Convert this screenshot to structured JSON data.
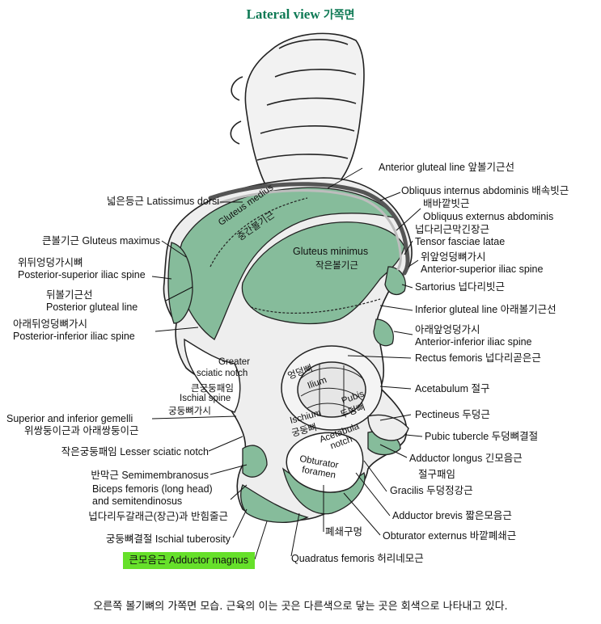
{
  "title": {
    "en": "Lateral view",
    "ko": "가쪽면"
  },
  "labels": {
    "anterior_gluteal_line": "Anterior gluteal line  앞볼기근선",
    "obliquus_internus": "Obliquus internus abdominis 배속빗근",
    "ko_baebakkat": "배바깥빗근",
    "obliquus_externus": "Obliquus externus abdominis",
    "ko_neopdari": "넙다리근막긴장근",
    "tensor": "Tensor fasciae latae",
    "ko_wiap": "위앞엉덩뼈가시",
    "asis": "Anterior-superior iliac spine",
    "sartorius": "Sartorius  넙다리빗근",
    "inferior_gluteal_line": "Inferior gluteal line  아래볼기근선",
    "ko_araeap": "아래앞엉덩가시",
    "aiis": "Anterior-inferior iliac spine",
    "rectus_femoris": "Rectus femoris  넙다리곧은근",
    "acetabulum": "Acetabulum  절구",
    "pectineus": "Pectineus  두덩근",
    "pubic_tubercle": "Pubic tubercle  두덩뼈결절",
    "adductor_longus": "Adductor longus  긴모음근",
    "ko_jeolgu": "절구패임",
    "gracilis": "Gracilis  두덩정강근",
    "adductor_brevis": "Adductor brevis  짧은모음근",
    "obturator_externus": "Obturator externus  바깥폐쇄근",
    "ko_pyeswae": "폐쇄구멍",
    "quadratus": "Quadratus femoris  허리네모근",
    "latissimus": "넓은등근  Latissimus dorsi",
    "gluteus_maximus": "큰볼기근  Gluteus maximus",
    "ko_widwi": "위뒤엉덩가시뼈",
    "psis": "Posterior-superior iliac spine",
    "ko_dwi": "뒤볼기근선",
    "posterior_gluteal_line": "Posterior gluteal line",
    "ko_araedwi": "아래뒤엉덩뼈가시",
    "piis": "Posterior-inferior iliac spine",
    "gemelli": "Superior and inferior gemelli",
    "ko_gemelli": "위쌍둥이근과 아래쌍둥이근",
    "lesser_sciatic": "작은궁둥패임  Lesser sciatic notch",
    "semimembranosus": "반막근  Semimembranosus",
    "biceps": "Biceps femoris (long head)",
    "semitendinosus": "and semitendinosus",
    "ko_biceps": "넙다리두갈래근(장근)과 반힘줄근",
    "ischial_tuberosity": "궁둥뼈결절  Ischial tuberosity",
    "adductor_magnus": "큰모음근  Adductor magnus"
  },
  "inner_labels": {
    "gluteus_medius": "Gluteus medius",
    "ko_medius": "중간볼기근",
    "gluteus_minimus": "Gluteus minimus",
    "ko_minimus": "작은볼기근",
    "greater": "Greater",
    "sciatic_notch": "sciatic notch",
    "ko_greater": "큰궁둥패임",
    "ischial_spine": "Ischial spine",
    "ko_ischial_spine": "궁둥뼈가시",
    "ko_ilium": "엉덩뼈",
    "ilium": "Ilium",
    "pubis": "Pubis",
    "ko_pubis": "두덩뼈",
    "ischium": "Ischium",
    "ko_ischium": "궁둥뼈",
    "acetabula": "Acetabula",
    "notch": "notch",
    "obturator": "Obturator",
    "foramen": "foramen"
  },
  "caption": "오른쪽 볼기뼈의 가쪽면 모습. 근육의 이는 곳은 다른색으로 닿는 곳은 회색으로 나타내고 있다.",
  "colors": {
    "muscle": "#86bc9b",
    "title": "#0f7a55",
    "highlight": "#66e02a"
  }
}
